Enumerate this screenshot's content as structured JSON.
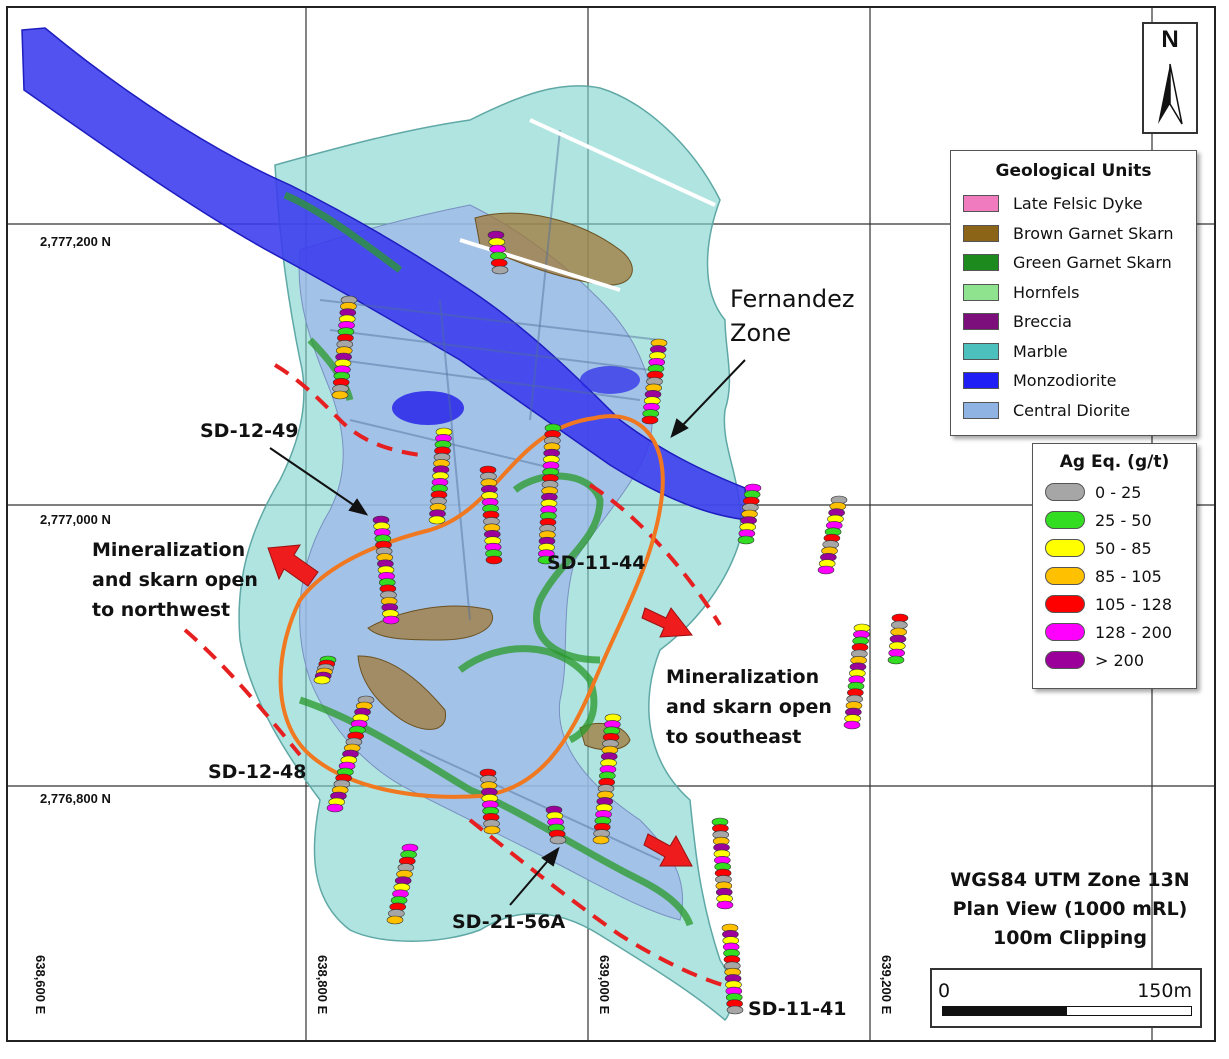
{
  "grid": {
    "northings": [
      "2,777,200 N",
      "2,777,000 N",
      "2,776,800 N"
    ],
    "eastings": [
      "638,600 E",
      "638,800 E",
      "639,000 E",
      "639,200 E"
    ]
  },
  "north_arrow": {
    "letter": "N"
  },
  "geology_legend": {
    "title": "Geological Units",
    "items": [
      {
        "label": "Late Felsic Dyke",
        "color": "#f17bbf"
      },
      {
        "label": "Brown Garnet Skarn",
        "color": "#8b6418"
      },
      {
        "label": "Green Garnet Skarn",
        "color": "#1d8a1d"
      },
      {
        "label": "Hornfels",
        "color": "#8fe38f"
      },
      {
        "label": "Breccia",
        "color": "#7c0f7c"
      },
      {
        "label": "Marble",
        "color": "#4cc0bc"
      },
      {
        "label": "Monzodiorite",
        "color": "#1f1ff5"
      },
      {
        "label": "Central Diorite",
        "color": "#8fb4e3"
      }
    ]
  },
  "grade_legend": {
    "title": "Ag Eq. (g/t)",
    "items": [
      {
        "label": "0 - 25",
        "color": "#a6a6a6"
      },
      {
        "label": "25 - 50",
        "color": "#33dd22"
      },
      {
        "label": "50 - 85",
        "color": "#ffff00"
      },
      {
        "label": "85 - 105",
        "color": "#ffc000"
      },
      {
        "label": "105 - 128",
        "color": "#ff0000"
      },
      {
        "label": "128 - 200",
        "color": "#ff00ff"
      },
      {
        "label": "> 200",
        "color": "#9b009b"
      }
    ]
  },
  "zone": {
    "label_line1": "Fernandez",
    "label_line2": "Zone"
  },
  "callouts": {
    "northwest": [
      "Mineralization",
      "and skarn open",
      "to northwest"
    ],
    "southeast": [
      "Mineralization",
      "and skarn open",
      "to southeast"
    ]
  },
  "drill_holes": [
    "SD-12-49",
    "SD-11-44",
    "SD-12-48",
    "SD-21-56A",
    "SD-11-41"
  ],
  "projection": [
    "WGS84 UTM Zone 13N",
    "Plan View (1000 mRL)",
    "100m Clipping"
  ],
  "scale_bar": {
    "start": "0",
    "end": "150m"
  },
  "colors": {
    "marble": "#7fd3cf",
    "diorite": "#9db7e8",
    "monzodiorite": "#3a3aee",
    "zone_outline": "#f07820",
    "fault": "#e62020",
    "arrow": "#ee1c1c"
  }
}
